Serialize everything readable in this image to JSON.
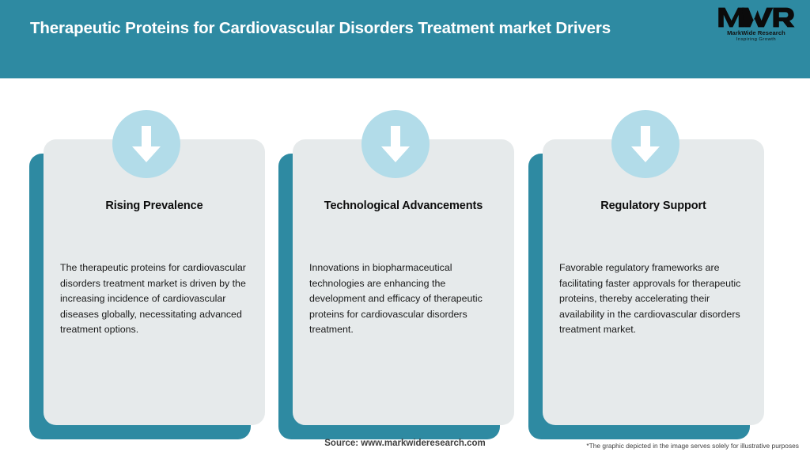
{
  "header": {
    "title": "Therapeutic Proteins for Cardiovascular Disorders Treatment market Drivers",
    "background_color": "#2e8aa2",
    "title_color": "#ffffff"
  },
  "logo": {
    "mark": "MWR",
    "name": "MarkWide Research",
    "tagline": "Inspiring Growth"
  },
  "theme": {
    "accent_teal": "#2e8aa2",
    "card_background": "#e6eaeb",
    "badge_blue": "#b2dce9",
    "arrow_color": "#ffffff",
    "text_dark": "#1a1a1a"
  },
  "cards": [
    {
      "icon": "down-arrow-icon",
      "title": "Rising Prevalence",
      "description": "The therapeutic proteins for cardiovascular disorders treatment market is driven by the increasing incidence of cardiovascular diseases globally, necessitating advanced treatment options."
    },
    {
      "icon": "down-arrow-icon",
      "title": "Technological Advancements",
      "description": "Innovations in biopharmaceutical technologies are enhancing the development and efficacy of therapeutic proteins for cardiovascular disorders treatment."
    },
    {
      "icon": "down-arrow-icon",
      "title": "Regulatory Support",
      "description": "Favorable regulatory frameworks are facilitating faster approvals for therapeutic proteins, thereby accelerating their availability in the cardiovascular disorders treatment market."
    }
  ],
  "footer": {
    "source": "Source: www.markwideresearch.com",
    "disclaimer": "*The graphic depicted in the image serves solely for illustrative purposes"
  }
}
